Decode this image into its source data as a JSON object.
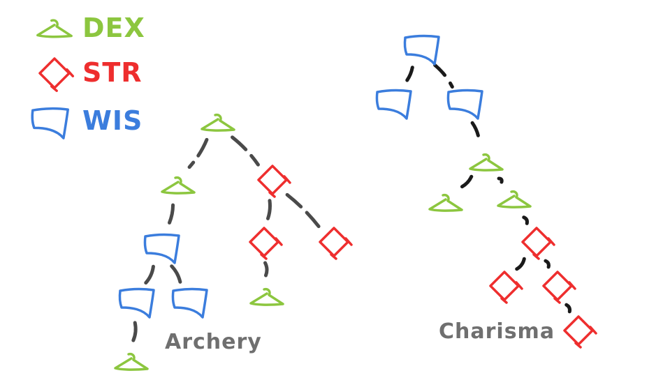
{
  "colors": {
    "dex": "#8cc63f",
    "str": "#ee2e2e",
    "wis": "#3b7ddd",
    "edge_gray": "#4a4a4a",
    "edge_dark": "#1a1a1a",
    "label_gray": "#6f6f6f"
  },
  "legend": [
    {
      "key": "dex",
      "label": "DEX",
      "icon": "hanger-icon"
    },
    {
      "key": "str",
      "label": "STR",
      "icon": "diamond-icon"
    },
    {
      "key": "wis",
      "label": "WIS",
      "icon": "banner-icon"
    }
  ],
  "trees": [
    {
      "label": "Archery",
      "nodes": [
        {
          "id": "a1",
          "type": "dex"
        },
        {
          "id": "a2",
          "type": "dex"
        },
        {
          "id": "a3",
          "type": "str"
        },
        {
          "id": "a4",
          "type": "wis"
        },
        {
          "id": "a5",
          "type": "str"
        },
        {
          "id": "a6",
          "type": "str"
        },
        {
          "id": "a7",
          "type": "wis"
        },
        {
          "id": "a8",
          "type": "wis"
        },
        {
          "id": "a9",
          "type": "dex"
        },
        {
          "id": "a10",
          "type": "dex"
        }
      ],
      "edges": [
        [
          "a1",
          "a2"
        ],
        [
          "a1",
          "a3"
        ],
        [
          "a2",
          "a4"
        ],
        [
          "a3",
          "a5"
        ],
        [
          "a3",
          "a6"
        ],
        [
          "a4",
          "a7"
        ],
        [
          "a4",
          "a8"
        ],
        [
          "a5",
          "a9"
        ],
        [
          "a7",
          "a10"
        ]
      ]
    },
    {
      "label": "Charisma",
      "nodes": [
        {
          "id": "c1",
          "type": "wis"
        },
        {
          "id": "c2",
          "type": "wis"
        },
        {
          "id": "c3",
          "type": "wis"
        },
        {
          "id": "c4",
          "type": "dex"
        },
        {
          "id": "c5",
          "type": "dex"
        },
        {
          "id": "c6",
          "type": "dex"
        },
        {
          "id": "c7",
          "type": "str"
        },
        {
          "id": "c8",
          "type": "str"
        },
        {
          "id": "c9",
          "type": "str"
        },
        {
          "id": "c10",
          "type": "str"
        }
      ],
      "edges": [
        [
          "c1",
          "c2"
        ],
        [
          "c1",
          "c3"
        ],
        [
          "c3",
          "c4"
        ],
        [
          "c4",
          "c5"
        ],
        [
          "c4",
          "c6"
        ],
        [
          "c6",
          "c7"
        ],
        [
          "c7",
          "c8"
        ],
        [
          "c7",
          "c9"
        ],
        [
          "c9",
          "c10"
        ]
      ]
    }
  ]
}
